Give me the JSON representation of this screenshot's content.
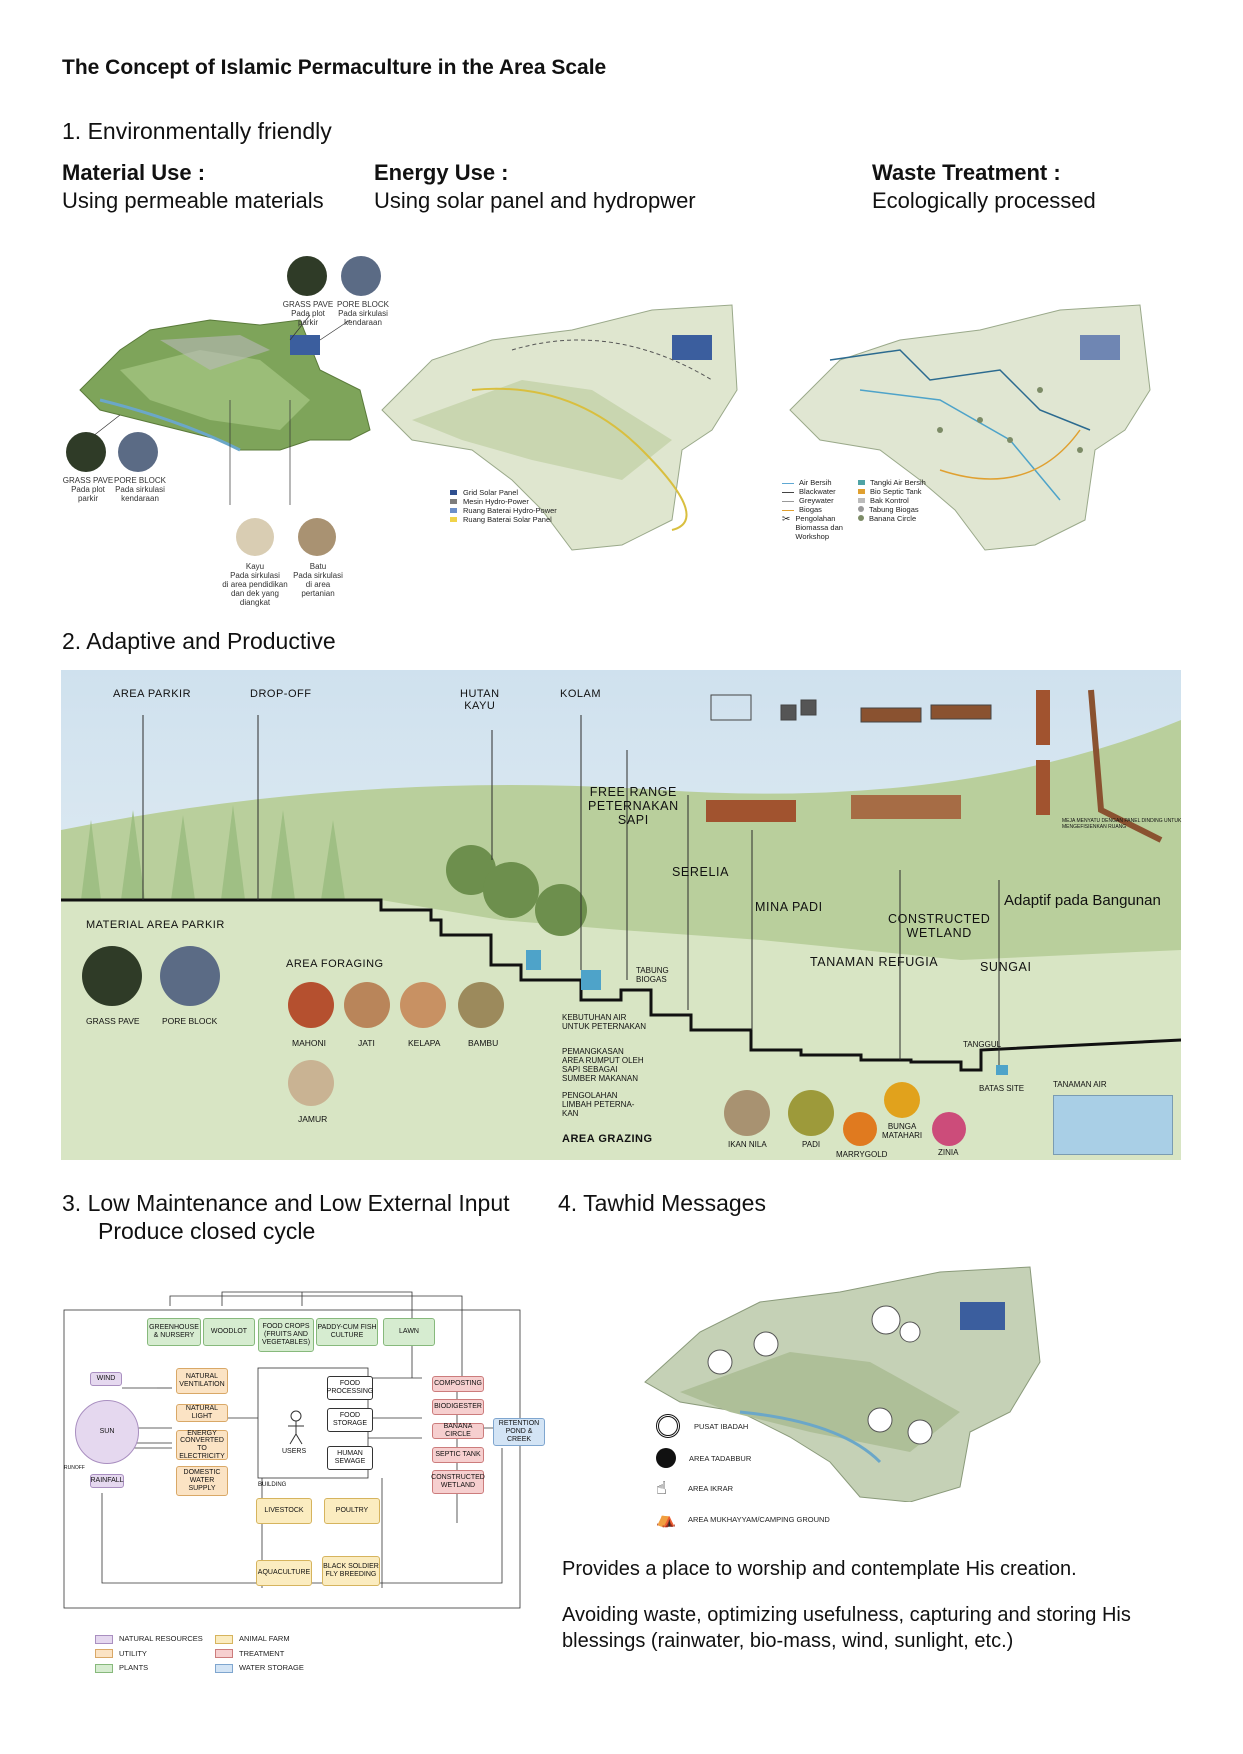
{
  "title": "The Concept of Islamic Permaculture in the Area Scale",
  "section1": {
    "heading": "1.   Environmentally friendly",
    "material": {
      "title": "Material Use :",
      "text": "Using permeable materials"
    },
    "energy": {
      "title": "Energy Use :",
      "text": "Using solar panel and hydropwer"
    },
    "waste": {
      "title": "Waste Treatment :",
      "text": "Ecologically processed"
    },
    "map1_labels": {
      "grass_top": "GRASS PAVE\nPada plot parkir",
      "pore_top": "PORE BLOCK\nPada sirkulasi kendaraan",
      "grass_left": "GRASS PAVE\nPada plot parkir",
      "pore_left": "PORE BLOCK\nPada sirkulasi kendaraan",
      "kayu": "Kayu\nPada sirkulasi\ndi area pendidikan\ndan dek yang diangkat",
      "batu": "Batu\nPada sirkulasi\ndi area pertanian"
    },
    "energy_legend": [
      "Grid Solar Panel",
      "Mesin Hydro-Power",
      "Ruang Baterai Hydro-Power",
      "Ruang Baterai Solar Panel"
    ],
    "waste_legend_a": [
      "Air Bersih",
      "Blackwater",
      "Greywater",
      "Biogas",
      "Pengolahan\nBiomassa dan\nWorkshop"
    ],
    "waste_legend_b": [
      "Tangki Air Bersih",
      "Bio Septic Tank",
      "Bak Kontrol",
      "Tabung Biogas",
      "Banana Circle"
    ],
    "colors": {
      "solar": "#2f4f8f",
      "hydro": "#7d7d7d",
      "battery_h": "#6c8fc9",
      "battery_s": "#f0d34a",
      "air_bersih": "#5fa8d3",
      "blackwater": "#444",
      "greywater": "#999",
      "biogas": "#e0a030"
    }
  },
  "section2": {
    "heading": "2.   Adaptive and Productive",
    "labels": {
      "area_parkir": "AREA PARKIR",
      "drop_off": "DROP-OFF",
      "hutan": "HUTAN\nKAYU",
      "kolam": "KOLAM",
      "free_range": "FREE RANGE\nPETERNAKAN\nSAPI",
      "serelia": "SERELIA",
      "mina_padi": "MINA PADI",
      "constructed": "CONSTRUCTED\nWETLAND",
      "refugia": "TANAMAN REFUGIA",
      "sungai": "SUNGAI",
      "adaptif": "Adaptif pada Bangunan",
      "material_parkir": "MATERIAL AREA PARKIR",
      "grass": "GRASS PAVE",
      "pore": "PORE BLOCK",
      "foraging": "AREA FORAGING",
      "mahoni": "MAHONI",
      "jati": "JATI",
      "kelapa": "KELAPA",
      "bambu": "BAMBU",
      "jamur": "JAMUR",
      "tabung": "TABUNG\nBIOGAS",
      "kebutuhan": "KEBUTUHAN AIR\nUNTUK PETERNAKAN",
      "pemangkasan": "PEMANGKASAN\nAREA RUMPUT OLEH\nSAPI SEBAGAI\nSUMBER MAKANAN",
      "pengolahan": "PENGOLAHAN\nLIMBAH PETERNA-\nKAN",
      "grazing": "AREA GRAZING",
      "tanggul": "TANGGUL",
      "batas": "BATAS SITE",
      "tanaman_air": "TANAMAN AIR",
      "ikan": "IKAN NILA",
      "padi": "PADI",
      "marrygold": "MARRYGOLD",
      "bunga": "BUNGA\nMATAHARI",
      "zinia": "ZINIA",
      "meja": "MEJA MENYATU DENGAN PANEL DINDING UNTUK\nMENGEFISIENKAN RUANG"
    }
  },
  "section3": {
    "heading": "3.   Low Maintenance and Low External Input",
    "heading2": "Produce closed cycle",
    "boxes": {
      "greenhouse": "GREENHOUSE\n& NURSERY",
      "woodlot": "WOODLOT",
      "food_crops": "FOOD CROPS\n(FRUITS AND\nVEGETABLES)",
      "paddy": "PADDY-CUM FISH\nCULTURE",
      "lawn": "LAWN",
      "wind": "WIND",
      "sun": "SUN",
      "rainfall": "RAINFALL",
      "natural_vent": "NATURAL\nVENTILATION",
      "natural_light": "NATURAL LIGHT",
      "energy_conv": "ENERGY\nCONVERTED TO\nELECTRICITY",
      "domestic": "DOMESTIC\nWATER SUPPLY",
      "users": "USERS",
      "food_proc": "FOOD\nPROCESSING",
      "food_storage": "FOOD\nSTORAGE",
      "human_sewage": "HUMAN\nSEWAGE",
      "composting": "COMPOSTING",
      "biodigester": "BIODIGESTER",
      "banana": "BANANA CIRCLE",
      "septic": "SEPTIC TANK",
      "wetland": "CONSTRUCTED\nWETLAND",
      "retention": "RETENTION\nPOND & CREEK",
      "livestock": "LIVESTOCK",
      "poultry": "POULTRY",
      "aquaculture": "AQUACULTURE",
      "bsf": "BLACK SOLDIER\nFLY BREEDING",
      "building": "BUILDING",
      "runoff": "RUNOFF"
    },
    "legend": [
      {
        "label": "NATURAL RESOURCES",
        "cls": "res"
      },
      {
        "label": "UTILITY",
        "cls": "uti"
      },
      {
        "label": "PLANTS",
        "cls": "pla"
      },
      {
        "label": "ANIMAL FARM",
        "cls": "ani"
      },
      {
        "label": "TREATMENT",
        "cls": "tre"
      },
      {
        "label": "WATER STORAGE",
        "cls": "wat"
      }
    ]
  },
  "section4": {
    "heading": "4.   Tawhid Messages",
    "legend": [
      "PUSAT IBADAH",
      "AREA TADABBUR",
      "AREA IKRAR",
      "AREA MUKHAYYAM/CAMPING GROUND"
    ],
    "text1": "Provides a place to worship and contemplate His creation.",
    "text2": "Avoiding waste, optimizing usefulness, capturing and storing His blessings (rainwater, bio-mass, wind, sunlight, etc.)"
  }
}
